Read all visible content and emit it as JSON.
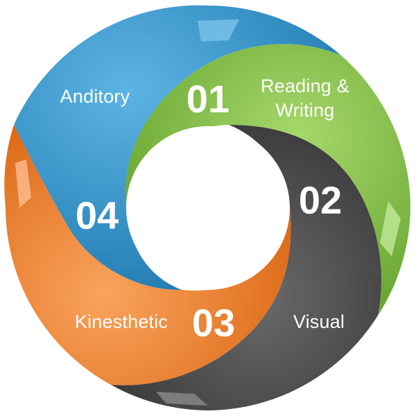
{
  "segments": [
    {
      "number": "01",
      "label_lines": [
        "Reading &",
        "Writing"
      ],
      "color": "#7cbc3a",
      "highlight": "#a3d86a",
      "shade": "#5d9a26"
    },
    {
      "number": "02",
      "label_lines": [
        "Visual"
      ],
      "color": "#4a4a4a",
      "highlight": "#6e6e6e",
      "shade": "#2f2f2f"
    },
    {
      "number": "03",
      "label_lines": [
        "Kinesthetic"
      ],
      "color": "#f07a1e",
      "highlight": "#f7a260",
      "shade": "#c75e10"
    },
    {
      "number": "04",
      "label_lines": [
        "Anditory"
      ],
      "color": "#2a8cc4",
      "highlight": "#5cb0e0",
      "shade": "#1a6c9e"
    }
  ]
}
